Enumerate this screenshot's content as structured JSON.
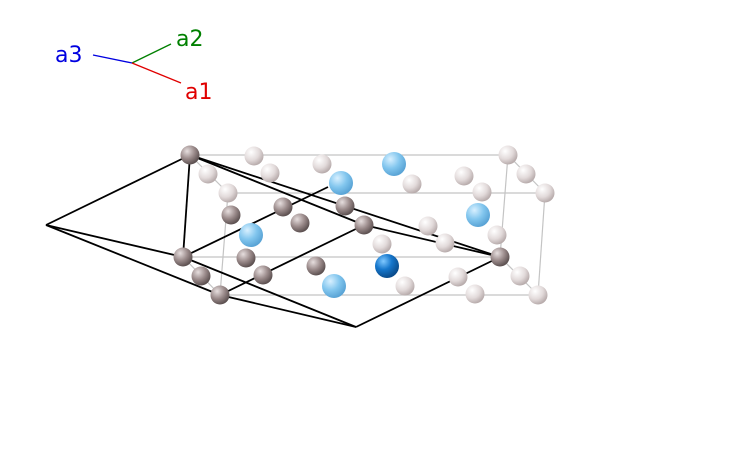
{
  "axes": {
    "a1": {
      "label": "a1",
      "color": "#e00000"
    },
    "a2": {
      "label": "a2",
      "color": "#008000"
    },
    "a3": {
      "label": "a3",
      "color": "#0000e0"
    }
  },
  "colors": {
    "atom_dark": "#9a8a8a",
    "atom_light": "#d8d0d0",
    "atom_blue": "#7ec4ee",
    "atom_blue_bright": "#1a7fd4",
    "primitive_cell_line": "#000000",
    "conventional_cell_line": "#c0c0c0"
  }
}
